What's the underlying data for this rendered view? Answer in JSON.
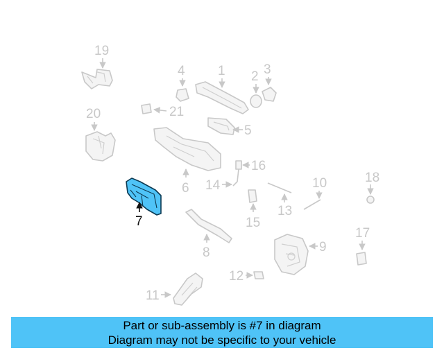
{
  "diagram": {
    "callouts": {
      "c1": "1",
      "c2": "2",
      "c3": "3",
      "c4": "4",
      "c5": "5",
      "c6": "6",
      "c7": "7",
      "c8": "8",
      "c9": "9",
      "c10": "10",
      "c11": "11",
      "c12": "12",
      "c13": "13",
      "c14": "14",
      "c15": "15",
      "c16": "16",
      "c17": "17",
      "c18": "18",
      "c19": "19",
      "c20": "20",
      "c21": "21"
    },
    "highlight_color": "#4fc3f7",
    "faded_color": "#c8c8c8"
  },
  "banner": {
    "line1": "Part or sub-assembly is #7 in diagram",
    "line2": "Diagram may not be specific to your vehicle",
    "background": "#4fc3f7"
  }
}
